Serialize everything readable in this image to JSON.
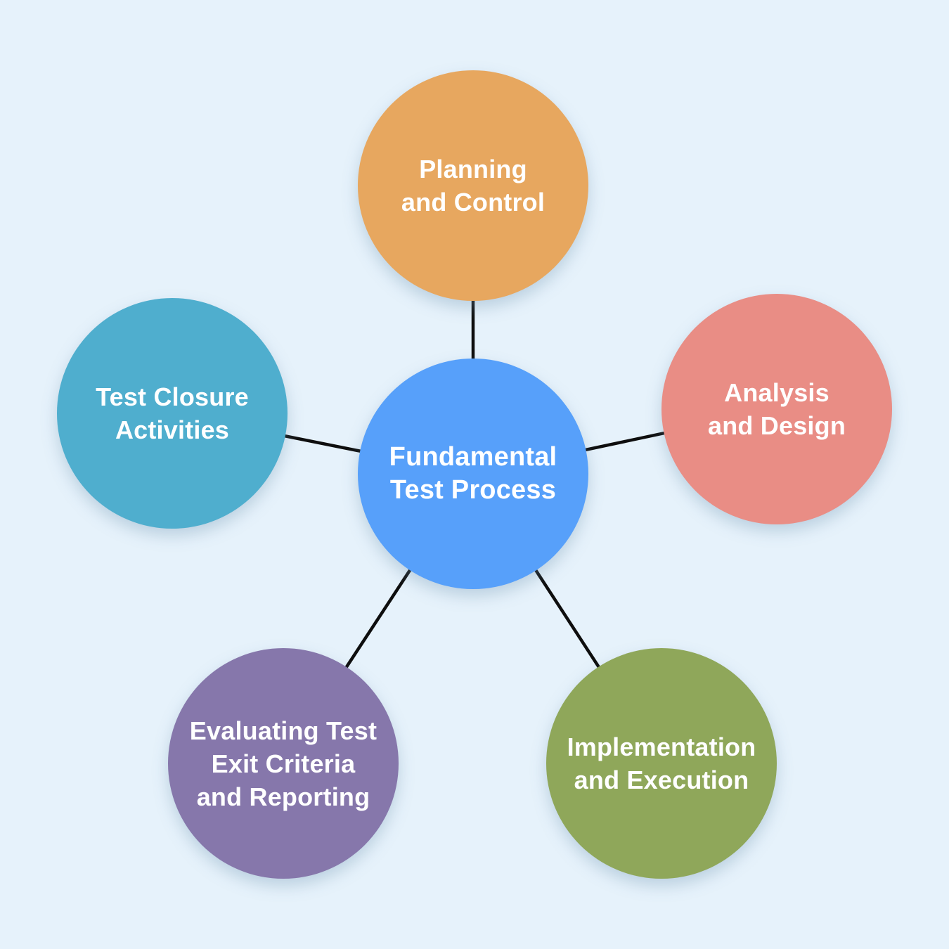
{
  "diagram": {
    "title": "Fundamental Test Process diagram",
    "background_color": "#E6F2FB",
    "connector_color": "#0E0E0E",
    "text_color": "#FFFFFF",
    "center": {
      "id": "fundamental-test-process",
      "label": "Fundamental Test Process",
      "lines": [
        "Fundamental",
        "Test Process"
      ],
      "color": "#57A0FA"
    },
    "nodes": [
      {
        "id": "planning-and-control",
        "label": "Planning and Control",
        "lines": [
          "Planning",
          "and Control"
        ],
        "color": "#E7A75F",
        "position": "top"
      },
      {
        "id": "analysis-and-design",
        "label": "Analysis and Design",
        "lines": [
          "Analysis",
          "and Design"
        ],
        "color": "#E98D85",
        "position": "right"
      },
      {
        "id": "implementation-and-execution",
        "label": "Implementation and Execution",
        "lines": [
          "Implementation",
          "and Execution"
        ],
        "color": "#8FA75A",
        "position": "bottom-right"
      },
      {
        "id": "evaluating-test-exit-criteria-and-reporting",
        "label": "Evaluating Test Exit Criteria and Reporting",
        "lines": [
          "Evaluating Test",
          "Exit Criteria",
          "and Reporting"
        ],
        "color": "#8677AB",
        "position": "bottom-left"
      },
      {
        "id": "test-closure-activities",
        "label": "Test Closure Activities",
        "lines": [
          "Test Closure",
          "Activities"
        ],
        "color": "#4FAECE",
        "position": "left"
      }
    ]
  }
}
